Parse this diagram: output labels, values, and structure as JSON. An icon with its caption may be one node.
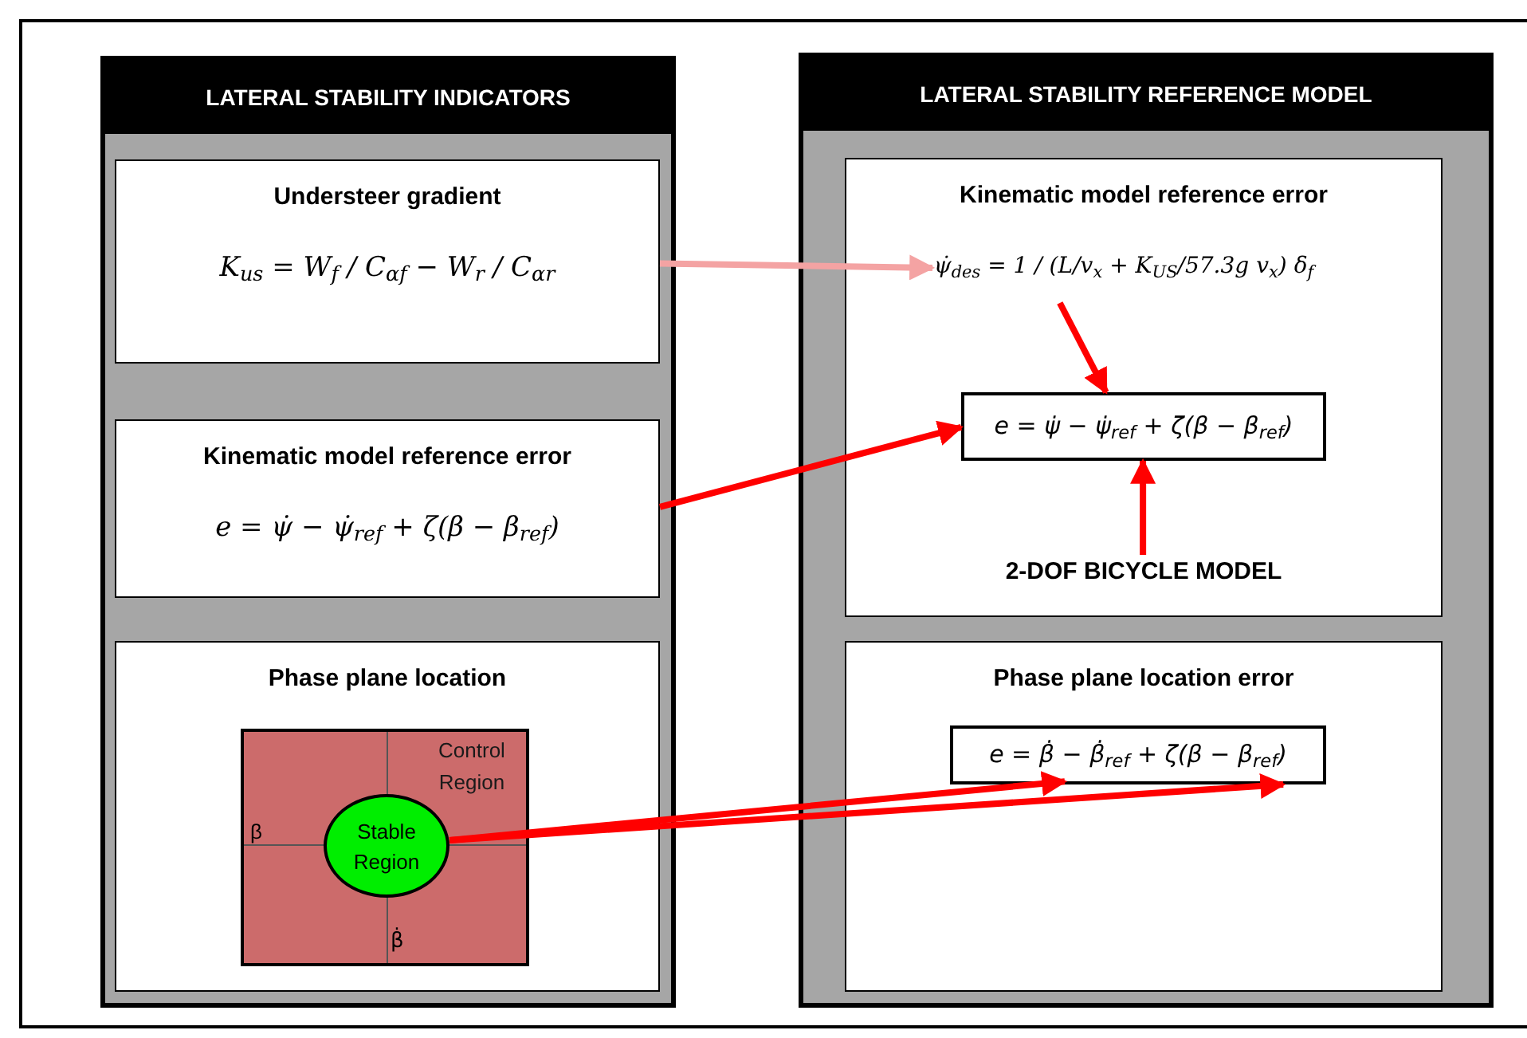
{
  "diagram": {
    "nodes": [
      {
        "text": [
          "LATERAL STABILITY INDICATORS"
        ]
      },
      {
        "text": [
          "Understeer gradient",
          "K$_{us}$ = W$_{f}$ / C$_{αf}$ − W$_{r}$ / C$_{αr}$"
        ],
        "in": 0
      },
      {
        "text": [
          "Kinematic model reference error",
          "e = ψ̇ − ψ̇$_{ref}$ + ζ(β − β$_{ref}$)"
        ],
        "in": 0
      },
      {
        "text": [
          "Phase plane location"
        ],
        "in": 0
      },
      {
        "text": [
          "Control Region",
          "β",
          "β̇"
        ],
        "in": 3
      },
      {
        "text": [
          "Stable Region"
        ],
        "in": 4
      },
      {
        "text": [
          "LATERAL STABILITY REFERENCE MODEL"
        ]
      },
      {
        "text": [
          "Kinematic model reference error"
        ],
        "in": 6
      },
      {
        "text": [
          "ψ̇$_{des}$ = 1 / (L/v$_{x}$ + K$_{US}$/57.3g v$_{x}$) δ$_{f}$"
        ],
        "in": 7
      },
      {
        "text": [
          "e = ψ̇ − ψ̇$_{ref}$ + ζ(β − β$_{ref}$)"
        ],
        "in": 7
      },
      {
        "text": [
          "2-DOF BICYCLE MODEL"
        ],
        "in": 7
      },
      {
        "text": [
          "Phase plane location error"
        ],
        "in": 6
      },
      {
        "text": [
          "e = β̇ − β̇$_{ref}$ + ζ(β − β$_{ref}$)"
        ],
        "in": 11
      }
    ],
    "edges": [
      {
        "from": 1,
        "to": 8,
        "arrow": "to",
        "color": "#f4a3a3"
      },
      {
        "from": 2,
        "to": 9,
        "arrow": "to"
      },
      {
        "from": 8,
        "to": 9,
        "arrow": "to"
      },
      {
        "from": 10,
        "to": 9,
        "arrow": "to"
      },
      {
        "from": 5,
        "to": 12,
        "arrow": "to"
      },
      {
        "from": 5,
        "to": 12,
        "arrow": "to"
      }
    ]
  }
}
